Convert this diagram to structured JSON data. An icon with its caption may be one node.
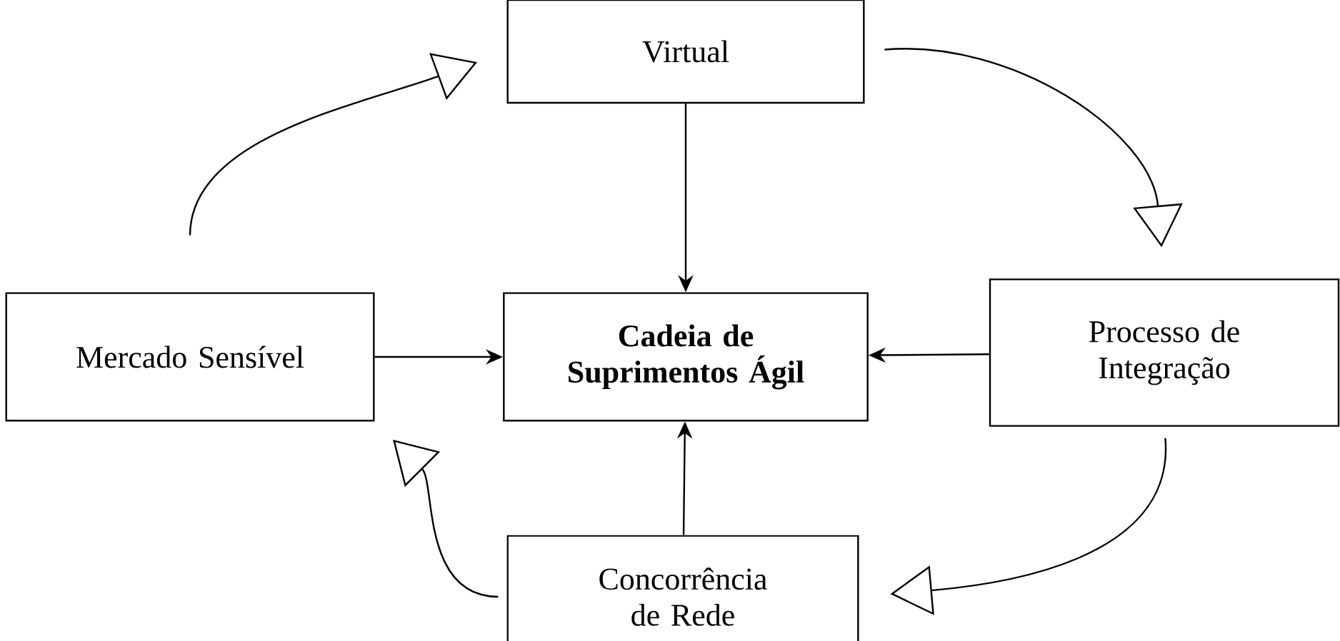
{
  "diagram": {
    "nodes": [
      {
        "text": [
          "Virtual"
        ]
      },
      {
        "text": [
          "Mercado Sensível"
        ]
      },
      {
        "text": [
          "Cadeia de Suprimentos Ágil"
        ]
      },
      {
        "text": [
          "Processo de Integração"
        ]
      },
      {
        "text": [
          "Concorrência de Rede"
        ]
      }
    ],
    "edges": [
      {
        "from": 0,
        "to": 2,
        "arrow": "to"
      },
      {
        "from": 1,
        "to": 2,
        "arrow": "to"
      },
      {
        "from": 3,
        "to": 2,
        "arrow": "to"
      },
      {
        "from": 4,
        "to": 2,
        "arrow": "to"
      },
      {
        "from": 1,
        "to": 0,
        "arrow": "to"
      },
      {
        "from": 0,
        "to": 3,
        "arrow": "to"
      },
      {
        "from": 3,
        "to": 4,
        "arrow": "to"
      },
      {
        "from": 4,
        "to": 1,
        "arrow": "to"
      }
    ]
  }
}
